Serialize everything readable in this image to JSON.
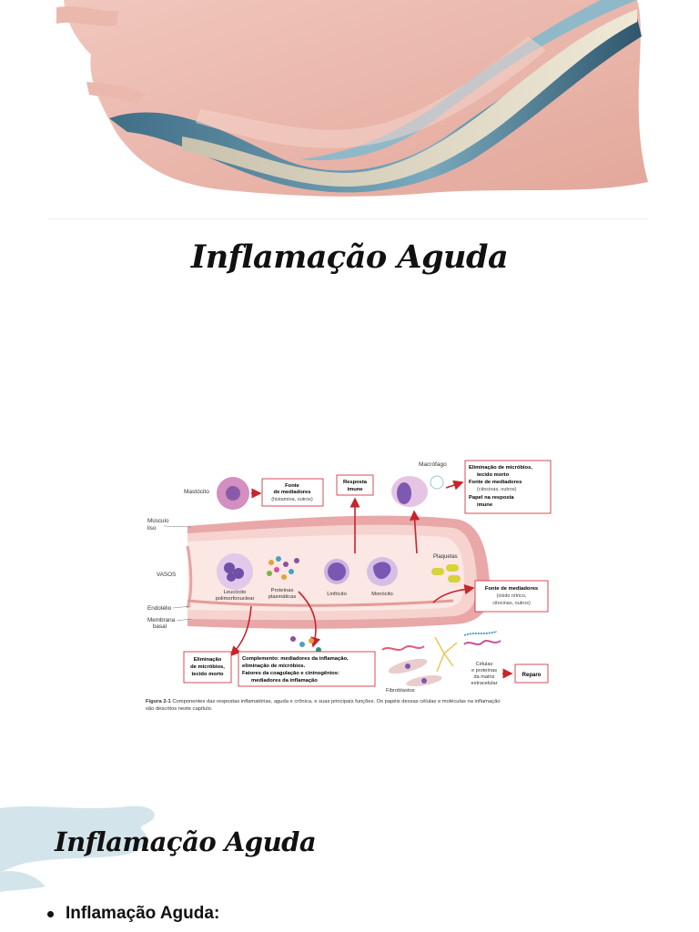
{
  "document": {
    "main_title": "Inflamação Aguda",
    "section_title": "Inflamação Aguda",
    "bullets": [
      "Inflamação Aguda:"
    ]
  },
  "figure": {
    "labels": {
      "mastocito": "Mastócito",
      "macrofago": "Macrófago",
      "musculo_1": "Músculo",
      "musculo_2": "liso",
      "vasos": "VASOS",
      "endotelio": "Endotélio",
      "membrana_1": "Membrana",
      "membrana_2": "basal",
      "plaquetas": "Plaquetas",
      "leucocito_1": "Leucócito",
      "leucocito_2": "polimorfonuclear",
      "proteinas_1": "Proteínas",
      "proteinas_2": "plasmáticas",
      "linfocito": "Linfócito",
      "monocito": "Monócito",
      "fibroblastos": "Fibroblastos",
      "celulas_1": "Células",
      "celulas_2": "e proteínas",
      "celulas_3": "da matriz",
      "celulas_4": "extracelular"
    },
    "boxes": {
      "fonte_top_1": "Fonte",
      "fonte_top_2": "de mediadores",
      "fonte_top_3": "(histamina, outros)",
      "resposta_1": "Resposta",
      "resposta_2": "imune",
      "elim_top_1": "Eliminação de micróbios,",
      "elim_top_2": "tecido morto",
      "elim_top_3": "Fonte de mediadores",
      "elim_top_4": "(citocinas, outros)",
      "elim_top_5": "Papel na resposta",
      "elim_top_6": "imune",
      "fonte_right_1": "Fonte de mediadores",
      "fonte_right_2": "(óxido nítrico,",
      "fonte_right_3": "citocinas, outros)",
      "elim_bottom_1": "Eliminação",
      "elim_bottom_2": "de micróbios,",
      "elim_bottom_3": "tecido morto",
      "complemento_1": "Complemento: mediadores da inflamação,",
      "complemento_2": "eliminação de micróbios.",
      "complemento_3": "Fatores da coagulação e cininogênios:",
      "complemento_4": "mediadores da inflamação",
      "reparo": "Reparo"
    },
    "caption_label": "Figura 2-1",
    "caption_line1": "Componentes das respostas inflamatórias, aguda e crônica, e suas principais funções. Os papéis dessas células e moléculas na inflamação",
    "caption_line2": "são descritos neste capítulo."
  },
  "colors": {
    "banner_pink": "#ebb8ad",
    "wave_teal": "#5d8ea6",
    "wave_cream": "#dcd6c2",
    "vessel_red": "#d7737a",
    "arrow_red": "#c8242b",
    "splash_blue": "#d3e4ea"
  }
}
